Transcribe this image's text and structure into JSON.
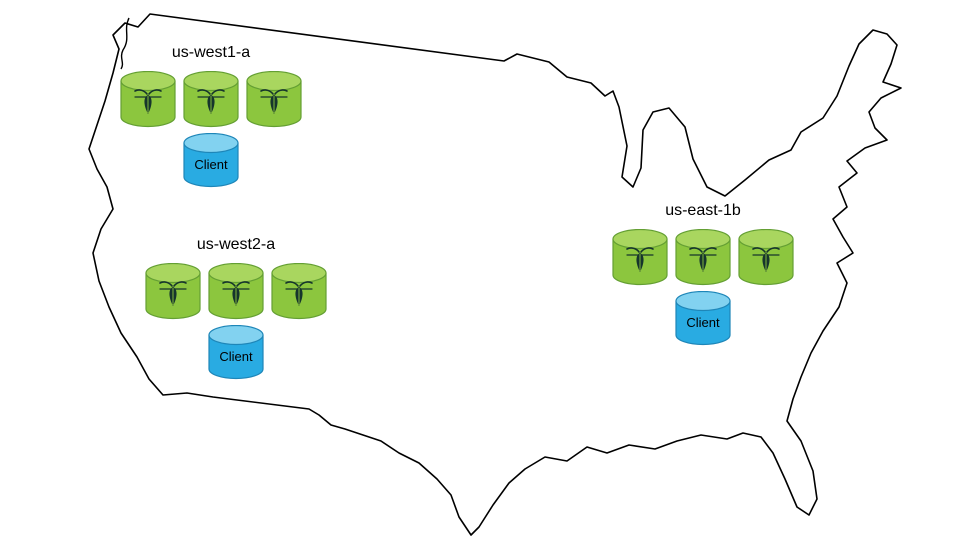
{
  "regions": [
    {
      "label": "us-west1-a",
      "node_count": 3,
      "client_label": "Client"
    },
    {
      "label": "us-west2-a",
      "node_count": 3,
      "client_label": "Client"
    },
    {
      "label": "us-east-1b",
      "node_count": 3,
      "client_label": "Client"
    }
  ],
  "colors": {
    "node_fill": "#8CC63E",
    "node_top": "#A9D65F",
    "client_fill": "#29ABE2",
    "client_top": "#82D2F0",
    "icon": "#16352C",
    "map_stroke": "#000000"
  }
}
